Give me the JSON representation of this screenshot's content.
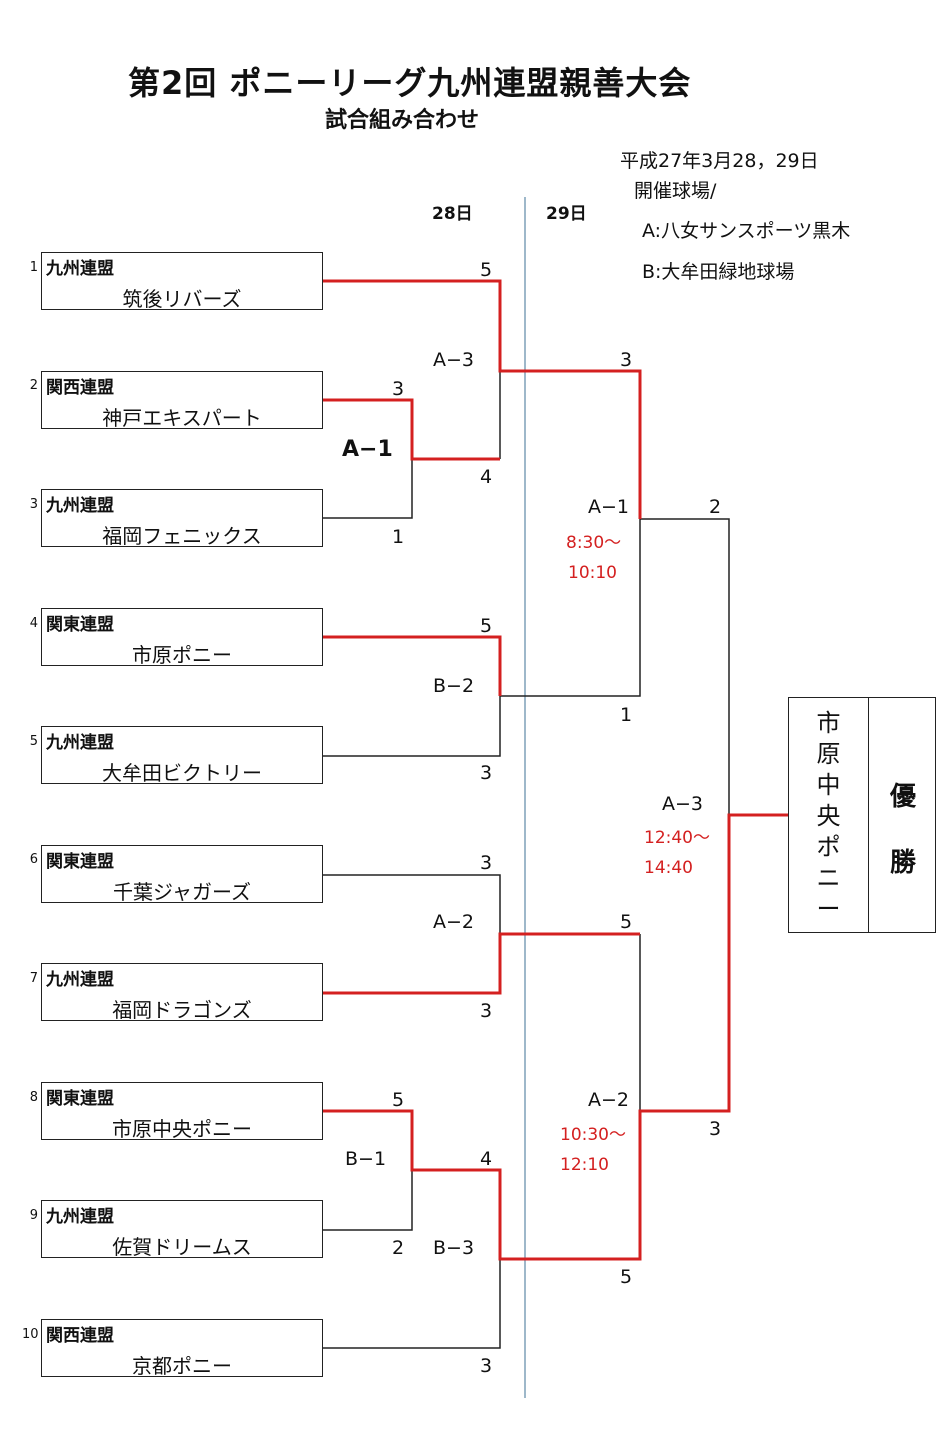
{
  "header": {
    "title": "第2回 ポニーリーグ九州連盟親善大会",
    "subtitle": "試合組み合わせ"
  },
  "info": {
    "date": "平成27年3月28，29日",
    "venue_heading": "開催球場/",
    "venue_a": "A:八女サンスポーツ黒木",
    "venue_b": "B:大牟田緑地球場"
  },
  "days": {
    "day1": "28日",
    "day2": "29日"
  },
  "teams": [
    {
      "seed": "1",
      "league": "九州連盟",
      "name": "筑後リバーズ"
    },
    {
      "seed": "2",
      "league": "関西連盟",
      "name": "神戸エキスパート"
    },
    {
      "seed": "3",
      "league": "九州連盟",
      "name": "福岡フェニックス"
    },
    {
      "seed": "4",
      "league": "関東連盟",
      "name": "市原ポニー"
    },
    {
      "seed": "5",
      "league": "九州連盟",
      "name": "大牟田ビクトリー"
    },
    {
      "seed": "6",
      "league": "関東連盟",
      "name": "千葉ジャガーズ"
    },
    {
      "seed": "7",
      "league": "九州連盟",
      "name": "福岡ドラゴンズ"
    },
    {
      "seed": "8",
      "league": "関東連盟",
      "name": "市原中央ポニー"
    },
    {
      "seed": "9",
      "league": "九州連盟",
      "name": "佐賀ドリームス"
    },
    {
      "seed": "10",
      "league": "関西連盟",
      "name": "京都ポニー"
    }
  ],
  "scores": {
    "s1": "5",
    "s2": "3",
    "s3": "1",
    "s4": "5",
    "s5": "3",
    "s6": "3",
    "s7": "3",
    "s8": "5",
    "s9": "2",
    "s10": "3",
    "s_a1w": "4",
    "s_b1w": "4",
    "r2_top_a": "3",
    "r2_top_b": "1",
    "r2_bot_a": "5",
    "r2_bot_b": "5",
    "final_a": "2",
    "final_b": "3"
  },
  "games": {
    "a1": "A−1",
    "a3_r1": "A−3",
    "b2": "B−2",
    "a2_r1": "A−2",
    "b1": "B−1",
    "b3": "B−3",
    "a1_r2": "A−1",
    "a1_r2_time1": "8:30〜",
    "a1_r2_time2": "10:10",
    "a2_r2": "A−2",
    "a2_r2_time1": "10:30〜",
    "a2_r2_time2": "12:10",
    "a3_final": "A−3",
    "a3_final_time1": "12:40〜",
    "a3_final_time2": "14:40"
  },
  "champion": {
    "name": "市原中央ポニー",
    "label": "優勝"
  },
  "colors": {
    "winner_line": "#d42020",
    "loser_line": "#222222",
    "divider": "#7fa0b8"
  }
}
